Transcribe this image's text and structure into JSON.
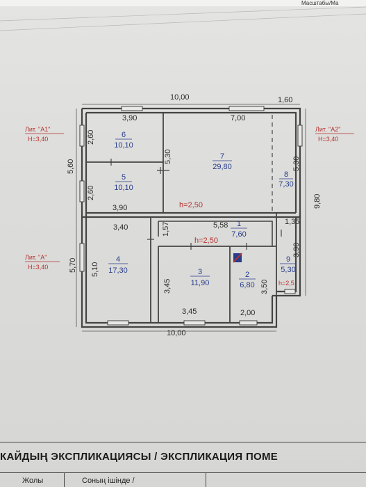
{
  "header": {
    "scale_text": "Масштабы/Ма"
  },
  "dimensions": {
    "top_total": "10,00",
    "top_ext": "1,60",
    "top_left_room": "3,90",
    "top_main": "7,00",
    "left_upper": "5,60",
    "left_lower": "5,70",
    "right_total": "9,80",
    "r6_v": "2,60",
    "r5_v": "2,60",
    "r5_bottom": "3,90",
    "r7_v": "5,30",
    "r8_v": "5,30",
    "r4_top": "3,40",
    "r4_v": "5,10",
    "r1_w": "5,58",
    "r1_h": "1,57",
    "r9_w": "1,35",
    "r9_v": "3,90",
    "r3_v": "3,45",
    "r3_bottom": "3,45",
    "r2_v": "3,50",
    "r2_bottom": "2,00",
    "bottom_total": "10,00"
  },
  "rooms": [
    {
      "num": "6",
      "area": "10,10"
    },
    {
      "num": "5",
      "area": "10,10"
    },
    {
      "num": "7",
      "area": "29,80"
    },
    {
      "num": "8",
      "area": "7,30"
    },
    {
      "num": "4",
      "area": "17,30"
    },
    {
      "num": "1",
      "area": "7,60"
    },
    {
      "num": "3",
      "area": "11,90"
    },
    {
      "num": "2",
      "area": "6,80"
    },
    {
      "num": "9",
      "area": "5,30"
    }
  ],
  "heights": {
    "main": "h=2,50",
    "corridor": "h=2,50",
    "r9": "h=2,5"
  },
  "liters": {
    "a1": {
      "name": "Лит. \"А1\"",
      "h": "H=3,40"
    },
    "a2": {
      "name": "Лит. \"А2\"",
      "h": "H=3,40"
    },
    "a": {
      "name": "Лит. \"А\"",
      "h": "H=3,40"
    }
  },
  "explication_title": "КАЙДЫҢ ЭКСПЛИКАЦИЯСЫ / ЭКСПЛИКАЦИЯ ПОМЕ",
  "table_headers": {
    "col1": "Жолы",
    "col2": "Соның ішінде /"
  }
}
